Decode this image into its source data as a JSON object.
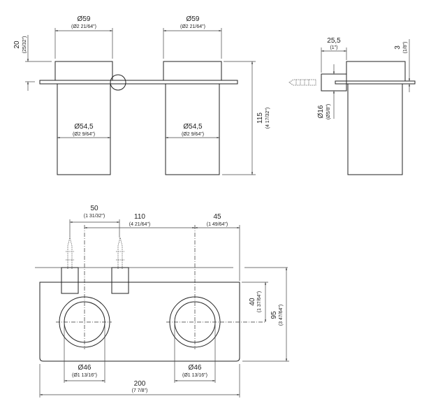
{
  "top_view": {
    "cap_diameter_left": {
      "mm": "Ø59",
      "in": "(Ø2 21/64\")"
    },
    "cap_diameter_right": {
      "mm": "Ø59",
      "in": "(Ø2 21/64\")"
    },
    "body_diameter_left": {
      "mm": "Ø54,5",
      "in": "(Ø2 9/64\")"
    },
    "body_diameter_right": {
      "mm": "Ø54,5",
      "in": "(Ø2 9/64\")"
    },
    "cap_height": {
      "mm": "20",
      "in": "(25/32\")"
    },
    "total_height": {
      "mm": "115",
      "in": "(4 17/32\")"
    }
  },
  "side_view": {
    "escutcheon_depth": {
      "mm": "25,5",
      "in": "(1\")"
    },
    "plate_thickness": {
      "mm": "3",
      "in": "(1/8\")"
    },
    "escutcheon_diameter": {
      "mm": "Ø16",
      "in": "(Ø5/8\")"
    }
  },
  "front_view": {
    "spout_offset": {
      "mm": "50",
      "in": "(1 31/32\")"
    },
    "center_distance": {
      "mm": "110",
      "in": "(4 21/64\")"
    },
    "edge_offset": {
      "mm": "45",
      "in": "(1 49/64\")"
    },
    "inner_diameter_left": {
      "mm": "Ø46",
      "in": "(Ø1 13/16\")"
    },
    "inner_diameter_right": {
      "mm": "Ø46",
      "in": "(Ø1 13/16\")"
    },
    "plate_width": {
      "mm": "200",
      "in": "(7 7/8\")"
    },
    "center_height": {
      "mm": "40",
      "in": "(1 37/64\")"
    },
    "plate_height": {
      "mm": "95",
      "in": "(3 47/64\")"
    }
  }
}
